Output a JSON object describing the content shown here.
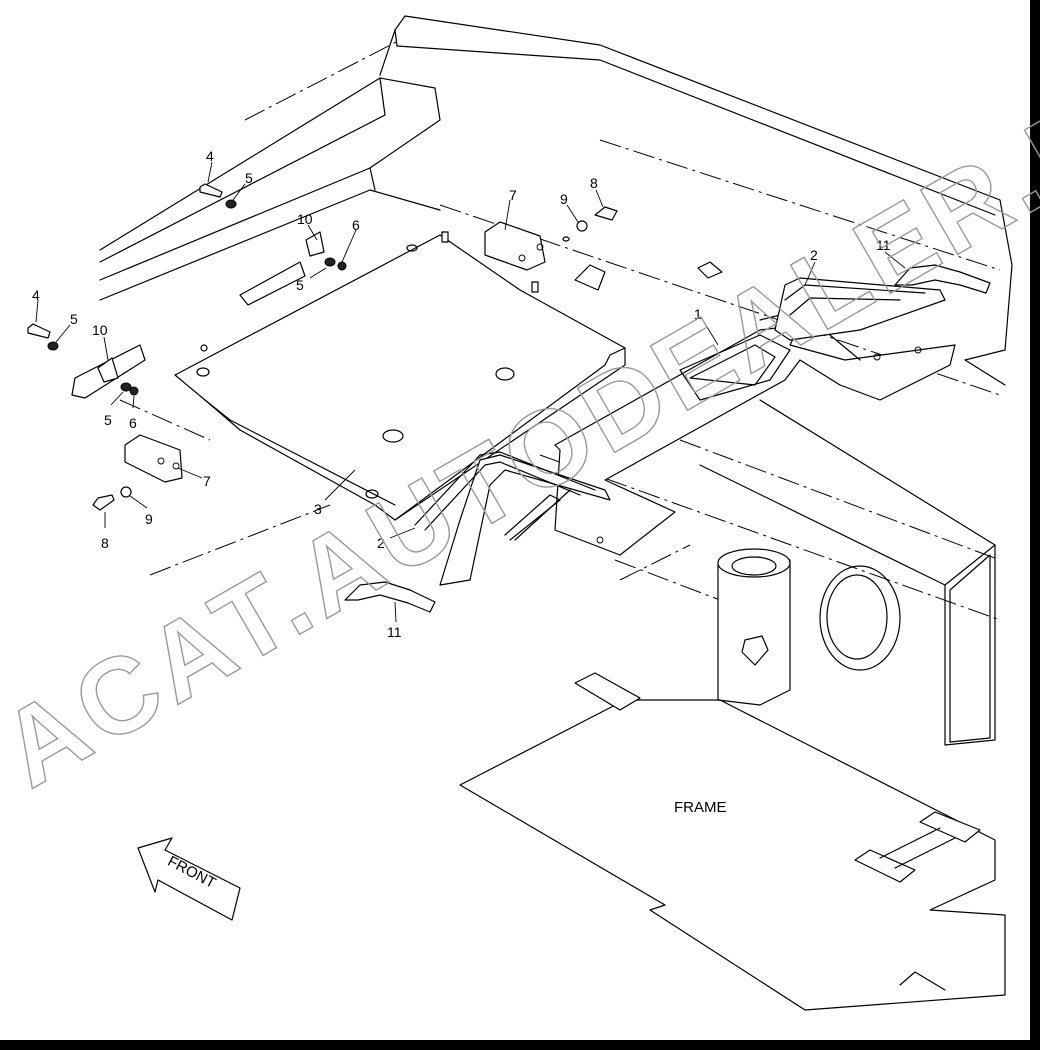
{
  "diagram": {
    "frame_label": "FRAME",
    "front_label": "FRONT",
    "watermark": "ACAT.AUTODEALER.RU",
    "callouts": {
      "c1": "1",
      "c2a": "2",
      "c2b": "2",
      "c3": "3",
      "c4a": "4",
      "c4b": "4",
      "c5a": "5",
      "c5b": "5",
      "c5c": "5",
      "c5d": "5",
      "c6a": "6",
      "c6b": "6",
      "c7a": "7",
      "c7b": "7",
      "c8a": "8",
      "c8b": "8",
      "c9a": "9",
      "c9b": "9",
      "c10a": "10",
      "c10b": "10",
      "c11a": "11",
      "c11b": "11"
    }
  }
}
